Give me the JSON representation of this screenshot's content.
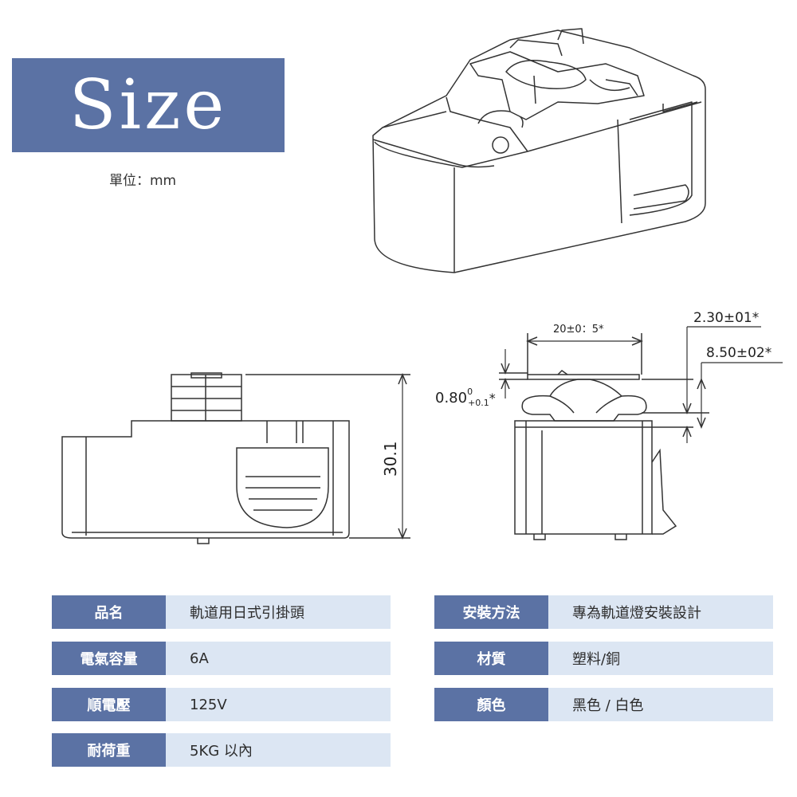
{
  "title": "Size",
  "unit_label": "單位：mm",
  "dimensions": {
    "height": "30.1",
    "top_width": "20±0：5*",
    "right_top": "2.30±01*",
    "right_mid": "8.50±02*",
    "left_gap_main": "0.80",
    "left_gap_sup": "0",
    "left_gap_sub": "+0.1",
    "left_gap_star": "*"
  },
  "specs_left": [
    {
      "label": "品名",
      "value": "軌道用日式引掛頭"
    },
    {
      "label": "電氣容量",
      "value": "6A"
    },
    {
      "label": "順電壓",
      "value": "125V"
    },
    {
      "label": "耐荷重",
      "value": "5KG 以內"
    }
  ],
  "specs_right": [
    {
      "label": "安裝方法",
      "value": "專為軌道燈安裝設計"
    },
    {
      "label": "材質",
      "value": "塑料/銅"
    },
    {
      "label": "顏色",
      "value": "黑色 / 白色"
    }
  ],
  "colors": {
    "accent": "#5b72a4",
    "value_bg": "#dce6f3"
  }
}
